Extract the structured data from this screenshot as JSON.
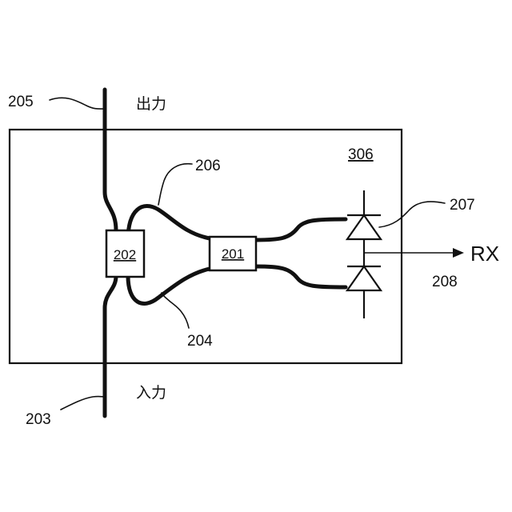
{
  "labels": {
    "ref_203": "203",
    "ref_204": "204",
    "ref_205": "205",
    "ref_206": "206",
    "ref_207": "207",
    "ref_208": "208",
    "ref_306": "306",
    "box_201": "201",
    "box_202": "202",
    "output_jp": "出力",
    "input_jp": "入力",
    "rx": "RX"
  }
}
